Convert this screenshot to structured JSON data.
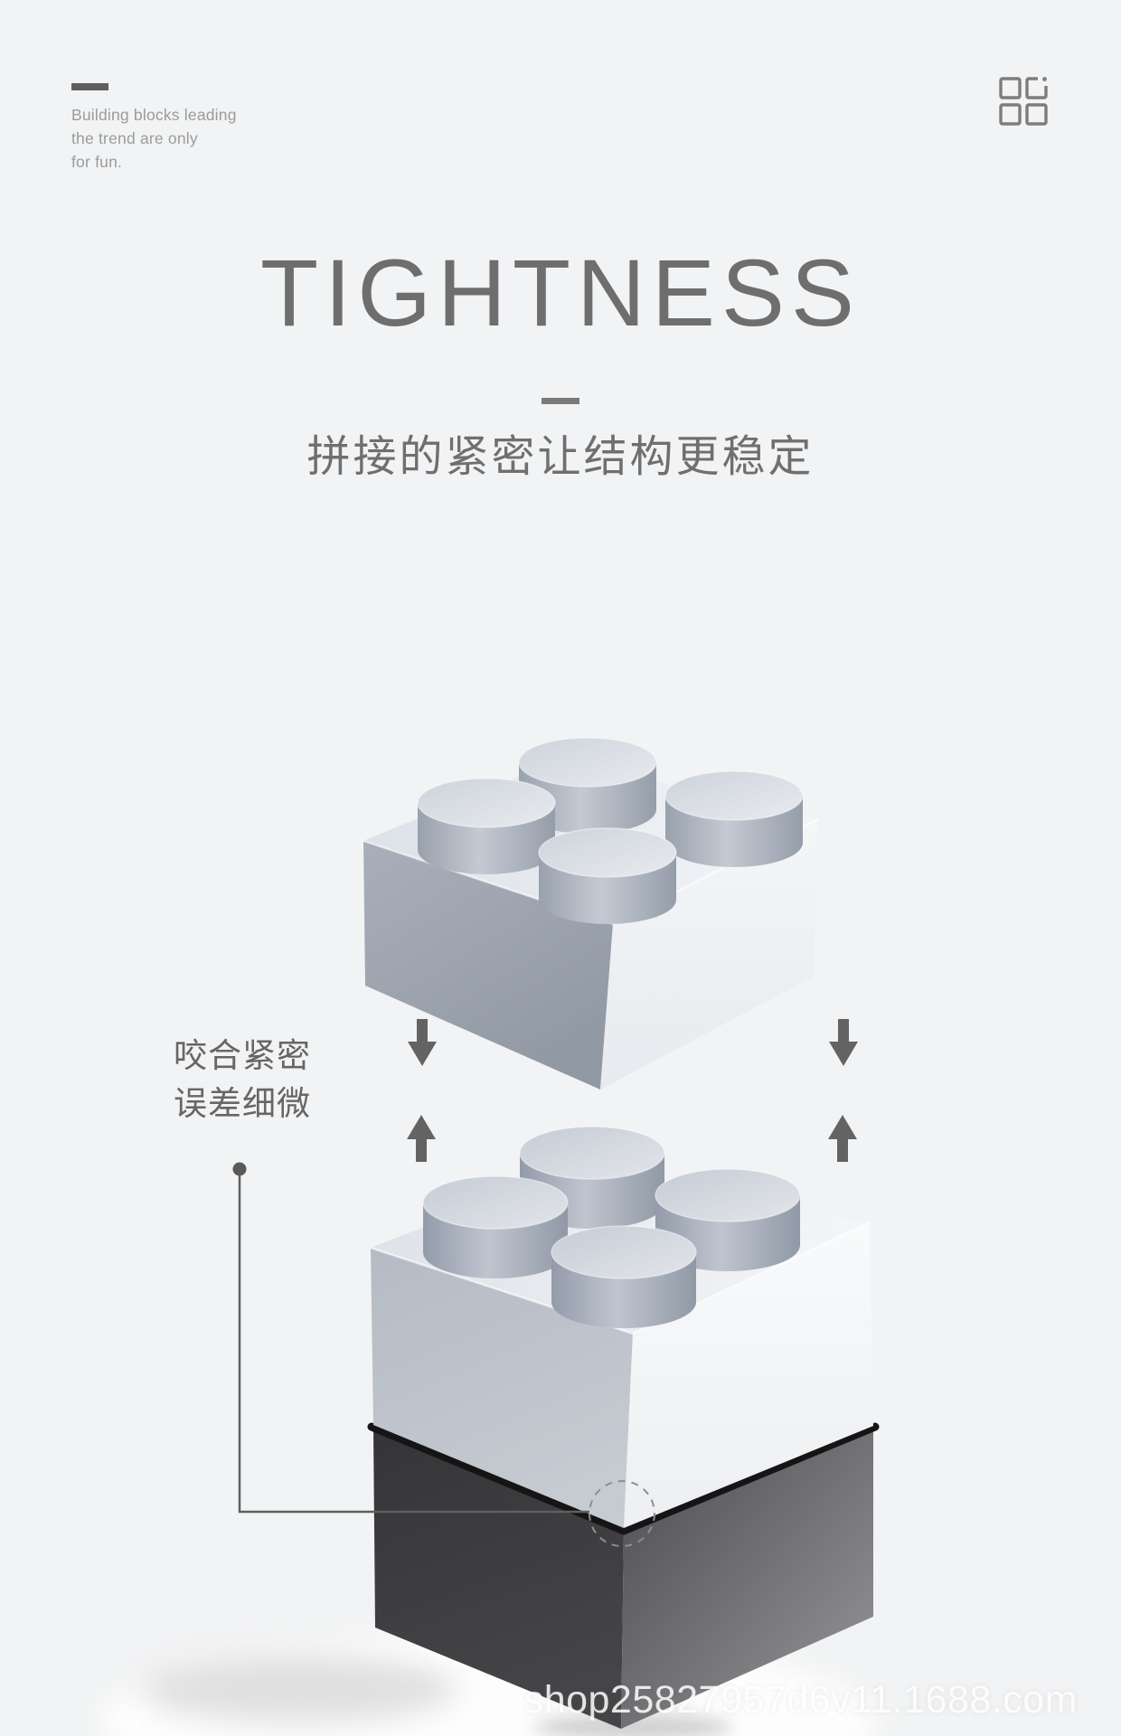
{
  "page": {
    "background": "#f2f3f4"
  },
  "header": {
    "tagline": [
      "Building blocks leading",
      "the trend are only",
      "for fun."
    ],
    "logo_icon": "grid-squares-logo"
  },
  "hero": {
    "title": "TIGHTNESS",
    "subtitle": "拼接的紧密让结构更稳定"
  },
  "callout": {
    "line1": "咬合紧密",
    "line2": "误差细微"
  },
  "diagram": {
    "arrow_icons": [
      "down-arrow",
      "down-arrow",
      "up-arrow",
      "up-arrow"
    ],
    "bricks": [
      "floating-light-brick",
      "stacked-white-brick",
      "dark-base-brick"
    ],
    "joint_marker": "dashed-circle"
  },
  "watermark": "shop25827957d6v11.1688.com",
  "colors": {
    "background": "#f2f3f4",
    "title": "#6e6e6e",
    "subtitle": "#6f6f6f",
    "tagline": "#9b9b9b",
    "accent_dash": "#5f5f60",
    "callout_text": "#666666",
    "arrow": "#636363",
    "brick_light_face": "#a9afba",
    "brick_white_face": "#f4f6f8",
    "brick_dark_face": "#3a3a3d",
    "seam": "#151515",
    "watermark": "#ffffff"
  }
}
